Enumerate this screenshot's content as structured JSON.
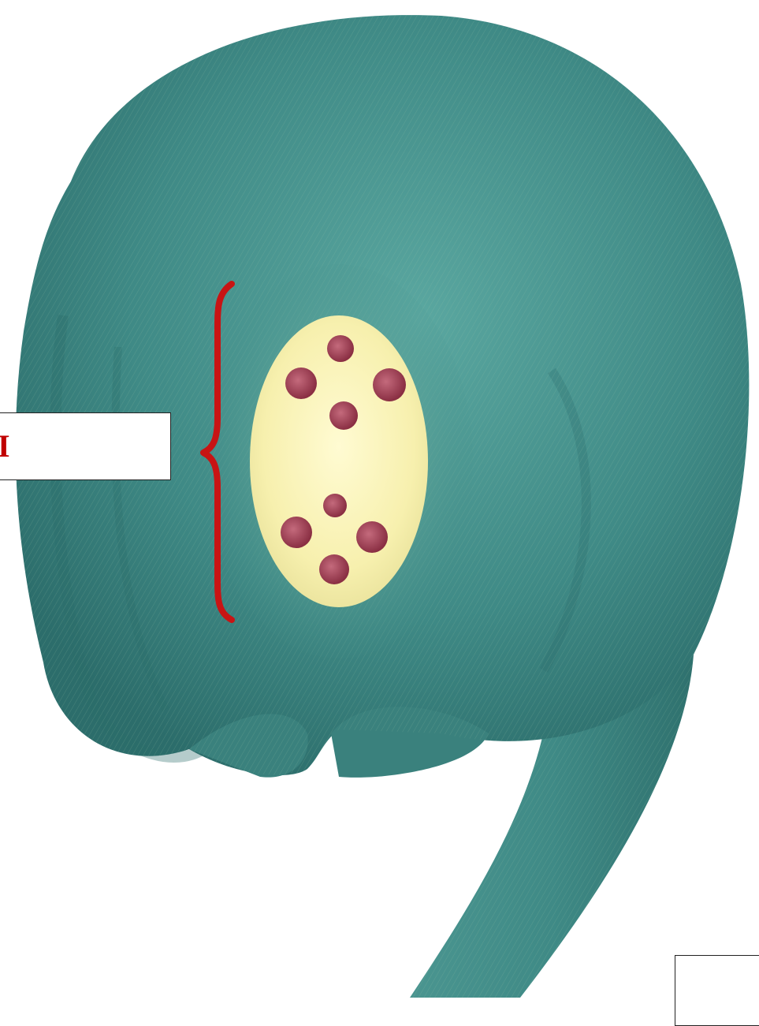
{
  "labels": {
    "embryo_sac_label": "I",
    "blank_label": ""
  },
  "colors": {
    "ovule_body": "#3f8a86",
    "ovule_highlight": "#5aa7a0",
    "ovule_shadow": "#2c6d6b",
    "embryo_sac": "#f7f0ae",
    "nuclei": "#9c3a4e",
    "brace": "#c81414",
    "label_text": "#c00000"
  },
  "icons": {
    "brace": "right-curly-brace",
    "nuclei": "cell-nucleus"
  }
}
